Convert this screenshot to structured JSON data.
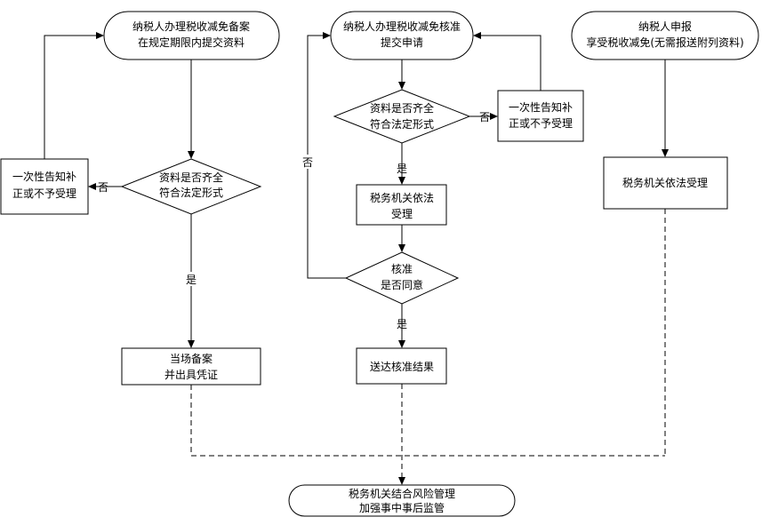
{
  "left": {
    "start": [
      "纳税人办理税收减免备案",
      "在规定期限内提交资料"
    ],
    "check": [
      "资料是否齐全",
      "符合法定形式"
    ],
    "reject": [
      "一次性告知补",
      "正或不予受理"
    ],
    "no": "否",
    "yes": "是",
    "result": [
      "当场备案",
      "并出具凭证"
    ]
  },
  "middle": {
    "start": [
      "纳税人办理税收减免核准",
      "提交申请"
    ],
    "check": [
      "资料是否齐全",
      "符合法定形式"
    ],
    "reject": [
      "一次性告知补",
      "正或不予受理"
    ],
    "no": "否",
    "yes": "是",
    "accept": [
      "税务机关依法",
      "受理"
    ],
    "approve": [
      "核准",
      "是否同意"
    ],
    "approve_yes": "是",
    "approve_no": "否",
    "result": "送达核准结果"
  },
  "right": {
    "start": [
      "纳税人申报",
      "享受税收减免(无需报送附列资料)"
    ],
    "accept": "税务机关依法受理"
  },
  "bottom": {
    "end": [
      "税务机关结合风险管理",
      "加强事中事后监管"
    ]
  }
}
